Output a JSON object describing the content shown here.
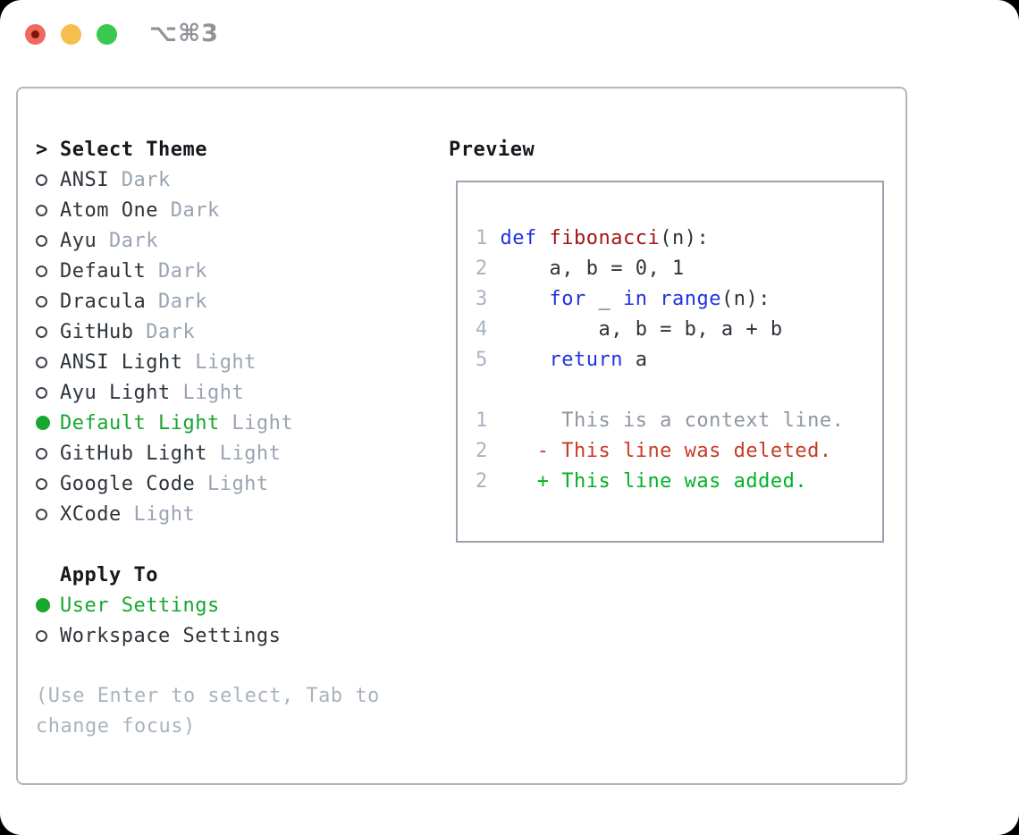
{
  "titlebar": {
    "shortcut": "⌥⌘3"
  },
  "theme_list": {
    "header_prefix": ">",
    "header": "Select Theme",
    "items": [
      {
        "name": "ANSI",
        "variant": "Dark",
        "selected": false
      },
      {
        "name": "Atom One",
        "variant": "Dark",
        "selected": false
      },
      {
        "name": "Ayu",
        "variant": "Dark",
        "selected": false
      },
      {
        "name": "Default",
        "variant": "Dark",
        "selected": false
      },
      {
        "name": "Dracula",
        "variant": "Dark",
        "selected": false
      },
      {
        "name": "GitHub",
        "variant": "Dark",
        "selected": false
      },
      {
        "name": "ANSI Light",
        "variant": "Light",
        "selected": false
      },
      {
        "name": "Ayu Light",
        "variant": "Light",
        "selected": false
      },
      {
        "name": "Default Light",
        "variant": "Light",
        "selected": true
      },
      {
        "name": "GitHub Light",
        "variant": "Light",
        "selected": false
      },
      {
        "name": "Google Code",
        "variant": "Light",
        "selected": false
      },
      {
        "name": "XCode",
        "variant": "Light",
        "selected": false
      }
    ]
  },
  "apply_to": {
    "header": "Apply To",
    "items": [
      {
        "name": "User Settings",
        "selected": true
      },
      {
        "name": "Workspace Settings",
        "selected": false
      }
    ]
  },
  "hint": "(Use Enter to select, Tab to change focus)",
  "preview": {
    "title": "Preview",
    "lines": [
      [
        {
          "c": "num",
          "t": "1 "
        },
        {
          "c": "kw",
          "t": "def"
        },
        {
          "c": "plain",
          "t": " "
        },
        {
          "c": "fn",
          "t": "fibonacci"
        },
        {
          "c": "plain",
          "t": "(n):"
        }
      ],
      [
        {
          "c": "num",
          "t": "2 "
        },
        {
          "c": "plain",
          "t": "    a, b = 0, 1"
        }
      ],
      [
        {
          "c": "num",
          "t": "3 "
        },
        {
          "c": "plain",
          "t": "    "
        },
        {
          "c": "kw",
          "t": "for"
        },
        {
          "c": "plain",
          "t": " _ "
        },
        {
          "c": "kw",
          "t": "in"
        },
        {
          "c": "plain",
          "t": " "
        },
        {
          "c": "kw",
          "t": "range"
        },
        {
          "c": "plain",
          "t": "(n):"
        }
      ],
      [
        {
          "c": "num",
          "t": "4 "
        },
        {
          "c": "plain",
          "t": "        a, b = b, a + b"
        }
      ],
      [
        {
          "c": "num",
          "t": "5 "
        },
        {
          "c": "plain",
          "t": "    "
        },
        {
          "c": "kw",
          "t": "return"
        },
        {
          "c": "plain",
          "t": " a"
        }
      ],
      [],
      [
        {
          "c": "num",
          "t": "1 "
        },
        {
          "c": "ctx",
          "t": "     This is a context line."
        }
      ],
      [
        {
          "c": "num",
          "t": "2 "
        },
        {
          "c": "del",
          "t": "   - This line was deleted."
        }
      ],
      [
        {
          "c": "num",
          "t": "2 "
        },
        {
          "c": "add",
          "t": "   + This line was added."
        }
      ]
    ]
  },
  "colors": {
    "keyword_blue": "#2133e0",
    "function_red": "#a31515",
    "text_dark": "#2e343b",
    "selection_green": "#16a72e",
    "added_green": "#00b227",
    "deleted_red": "#c73a26",
    "line_number_gray": "#a9b3c0",
    "context_gray": "#8f969f",
    "suffix_gray": "#9aa4b2",
    "hint_gray": "#aab3bd",
    "panel_border": "#aeb6bf",
    "traffic_red": "#ee6a5e",
    "traffic_yellow": "#f5bf4e",
    "traffic_green": "#3bc84f"
  }
}
